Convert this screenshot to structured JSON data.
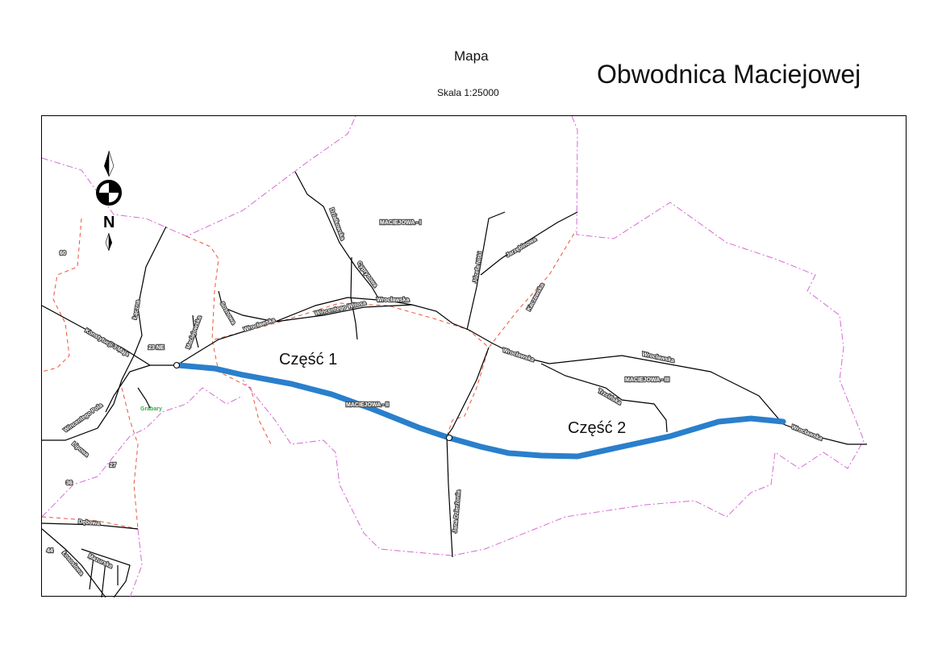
{
  "header": {
    "map_title": "Mapa",
    "scale": "Skala 1:25000",
    "title": "Obwodnica Maciejowej"
  },
  "colors": {
    "route": "#2a7fcc",
    "boundary_red": "#e8553a",
    "boundary_pink": "#d66ad6",
    "road": "#000000"
  },
  "north_arrow": {
    "letter": "N"
  },
  "route_parts": [
    "Część 1",
    "Część 2"
  ],
  "areas": [
    "MACIEJOWA - I",
    "MACIEJOWA - II",
    "MACIEJOWA - III"
  ],
  "parcels": [
    "60",
    "23 NE",
    "27",
    "36",
    "44"
  ],
  "place": "Grabary",
  "streets": [
    "Konstytucji 3 Maja",
    "Łączna",
    "Maciejowska",
    "Sosnowa",
    "Wrocławska",
    "Wincentego Witosa",
    "Działkowska",
    "Cyprysowa",
    "Józefa Nitki",
    "Jarzębinowa",
    "Kaczawska",
    "Trzcińska",
    "Jana Dzierżonia",
    "Wincentego Pola",
    "Lipowa",
    "Dębowa",
    "Łososiowa",
    "Mazurska"
  ]
}
